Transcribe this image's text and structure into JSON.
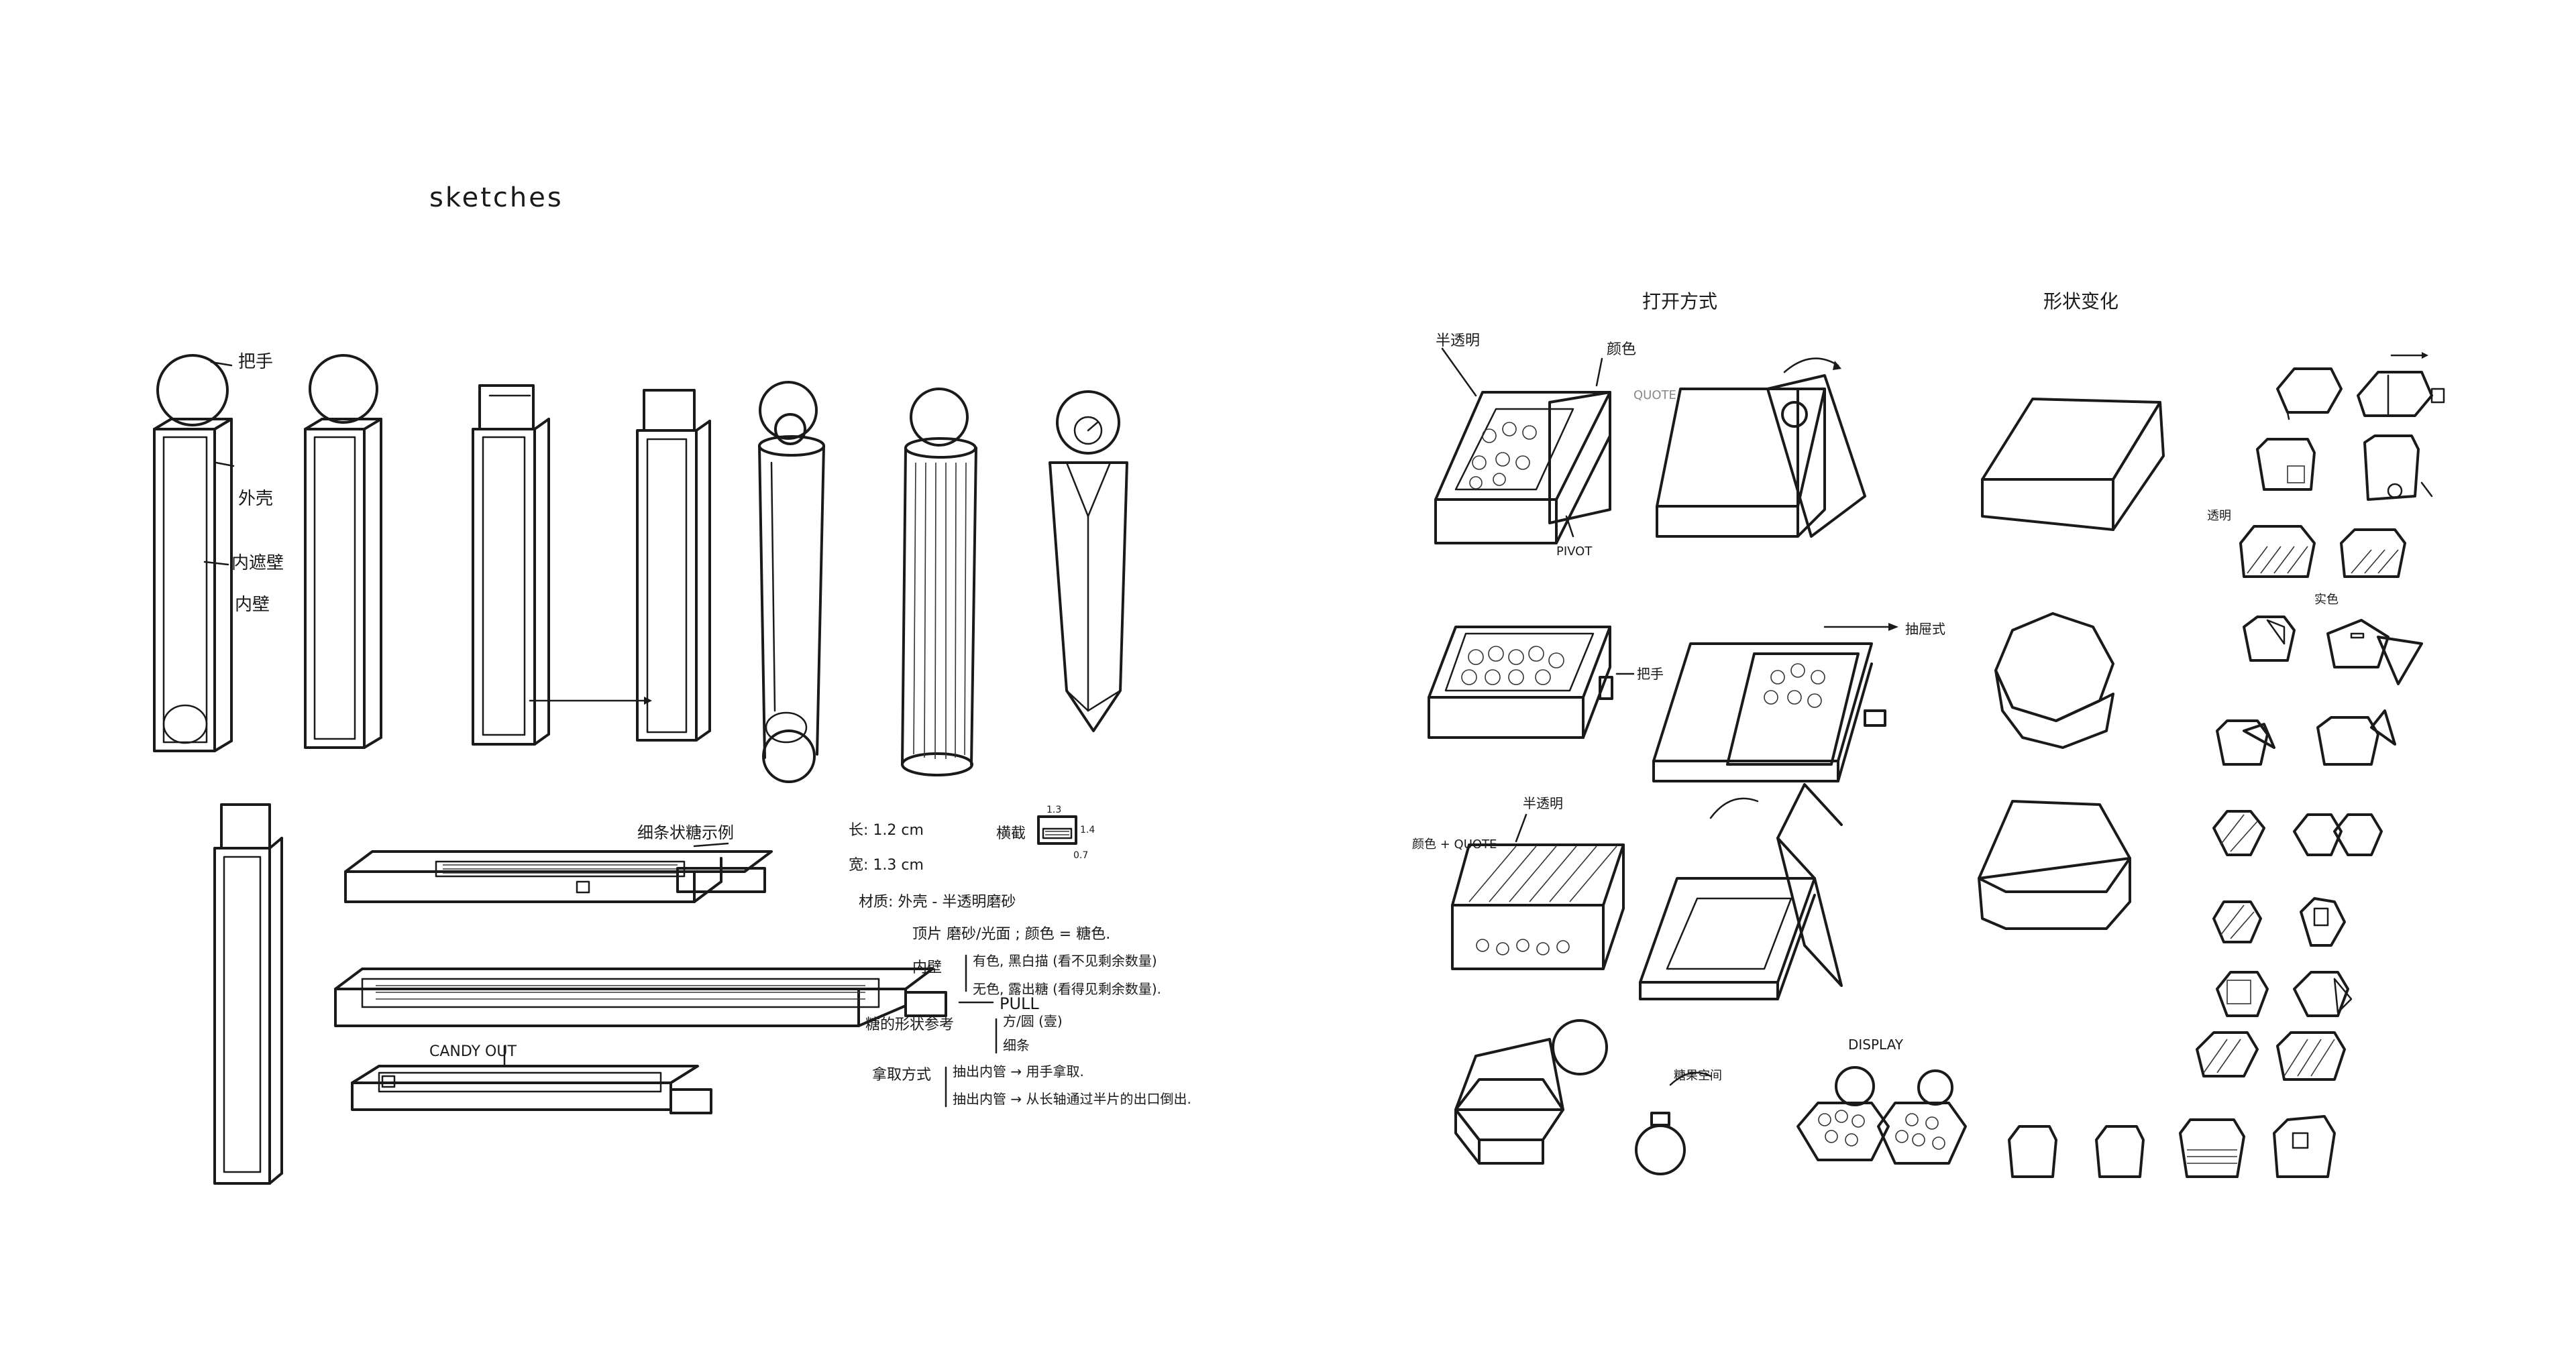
{
  "page": {
    "title": "sketches"
  },
  "sections": {
    "opening": "打开方式",
    "shape": "形状变化"
  },
  "tube_labels": {
    "handle": "把手",
    "outer_shell": "外壳",
    "inner_wall": "内遮壁",
    "inner_wall_2": "内壁"
  },
  "box_labels": {
    "semi_transparent": "半透明",
    "color": "颜色",
    "quote": "QUOTE",
    "pivot": "PIVOT",
    "handle": "把手",
    "pull_out": "抽屉式",
    "color_quote": "颜色 + QUOTE",
    "semi_transparent_2": "半透明",
    "candy_space": "糖果空间",
    "display": "DISPLAY",
    "transparent": "透明",
    "solid": "实色"
  },
  "drawer_labels": {
    "candy_demo": "细条状糖示例",
    "pull": "PULL",
    "candy_out": "CANDY OUT"
  },
  "notes": {
    "length": "长: 1.2 cm",
    "width": "宽: 1.3 cm",
    "section_label": "横截",
    "dim_a": "1.3",
    "dim_b": "1.4",
    "dim_c": "0.7",
    "material": "材质: 外壳 - 半透明磨砂",
    "top": "顶片  磨砂/光面 ; 颜色 = 糖色.",
    "inner_wall": "内壁",
    "inner_a": "有色, 黑白描 (看不见剩余数量)",
    "inner_b": "无色, 露出糖 (看得见剩余数量).",
    "candy_shape": "糖的形状参考",
    "shape_a": "方/圆 (壹)",
    "shape_b": "细条",
    "take_method": "拿取方式",
    "take_a": "抽出内管 → 用手拿取.",
    "take_b": "抽出内管 → 从长轴通过半片的出口倒出."
  }
}
